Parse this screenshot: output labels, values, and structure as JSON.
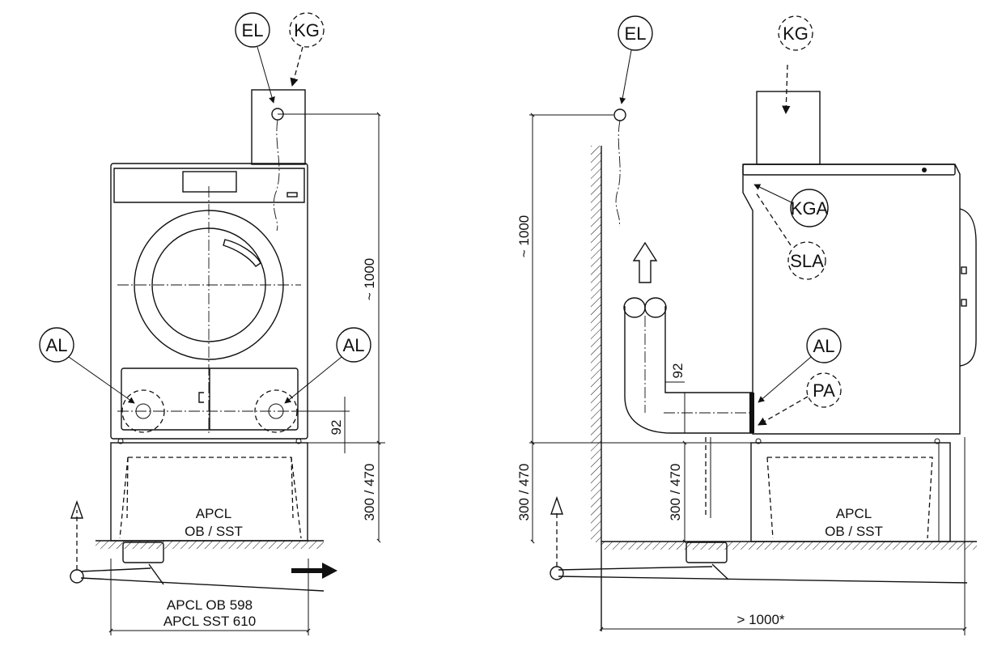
{
  "labels": {
    "el": "EL",
    "kg": "KG",
    "kga": "KGA",
    "sla": "SLA",
    "al": "AL",
    "pa": "PA"
  },
  "dimensions": {
    "height_1000": "~ 1000",
    "offset_92": "92",
    "base_height": "300 / 470",
    "wall_distance": "> 1000*"
  },
  "base": {
    "line1": "APCL",
    "line2": "OB / SST"
  },
  "width_labels": {
    "line1": "APCL OB 598",
    "line2": "APCL SST 610"
  }
}
